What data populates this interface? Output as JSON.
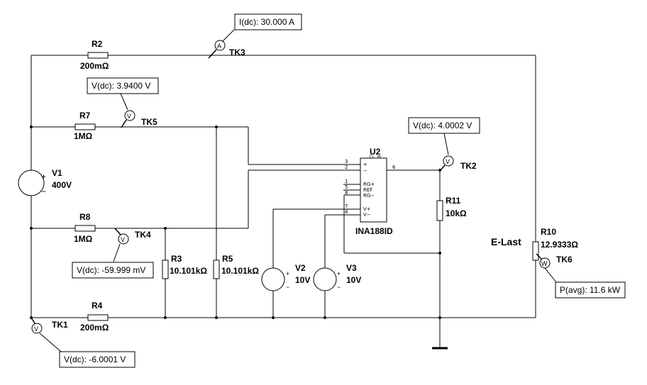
{
  "probes": {
    "tk3": {
      "name": "TK3",
      "reading": "I(dc): 30.000 A",
      "meter": "A"
    },
    "tk5": {
      "name": "TK5",
      "reading": "V(dc): 3.9400 V",
      "meter": "V"
    },
    "tk2": {
      "name": "TK2",
      "reading": "V(dc): 4.0002 V",
      "meter": "V"
    },
    "tk4": {
      "name": "TK4",
      "reading": "V(dc): -59.999 mV",
      "meter": "V"
    },
    "tk6": {
      "name": "TK6",
      "reading": "P(avg): 11.6 kW",
      "meter": "W"
    },
    "tk1": {
      "name": "TK1",
      "reading": "V(dc): -6.0001 V",
      "meter": "V"
    }
  },
  "components": {
    "r2": {
      "ref": "R2",
      "value": "200mΩ"
    },
    "r7": {
      "ref": "R7",
      "value": "1MΩ"
    },
    "r8": {
      "ref": "R8",
      "value": "1MΩ"
    },
    "r4": {
      "ref": "R4",
      "value": "200mΩ"
    },
    "r3": {
      "ref": "R3",
      "value": "10.101kΩ"
    },
    "r5": {
      "ref": "R5",
      "value": "10.101kΩ"
    },
    "r11": {
      "ref": "R11",
      "value": "10kΩ"
    },
    "r10": {
      "ref": "R10",
      "value": "12.9333Ω"
    },
    "v1": {
      "ref": "V1",
      "value": "400V"
    },
    "v2": {
      "ref": "V2",
      "value": "10V"
    },
    "v3": {
      "ref": "V3",
      "value": "10V"
    },
    "u2": {
      "ref": "U2",
      "part": "INA188ID"
    }
  },
  "load_label": "E-Last",
  "opamp_pins": {
    "p3": "3",
    "p2": "2",
    "p1": "1",
    "p5": "5",
    "p8": "8",
    "p7": "7",
    "p4": "4",
    "p6": "6",
    "rg_plus": "RG+",
    "ref": "REF",
    "rg_minus": "RG−",
    "plus": "+",
    "minus": "−",
    "vplus": "V+",
    "vminus": "V−",
    "tri": "▷",
    "inf": "∞"
  },
  "polarity": {
    "plus": "+",
    "minus": "−"
  }
}
